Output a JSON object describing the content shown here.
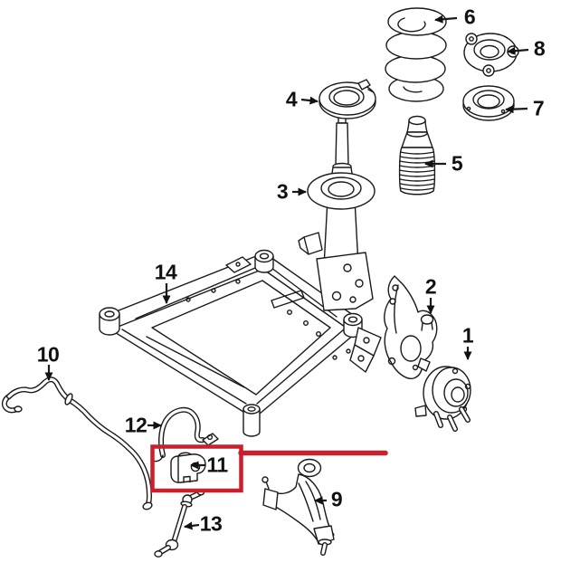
{
  "diagram": {
    "background": "#ffffff",
    "colors": {
      "line": "#1a1a1a",
      "label": "#111111",
      "highlight": "#c8202c"
    },
    "callouts": [
      {
        "label": "1"
      },
      {
        "label": "2"
      },
      {
        "label": "3"
      },
      {
        "label": "4"
      },
      {
        "label": "5"
      },
      {
        "label": "6"
      },
      {
        "label": "7"
      },
      {
        "label": "8"
      },
      {
        "label": "9"
      },
      {
        "label": "10"
      },
      {
        "label": "11"
      },
      {
        "label": "12"
      },
      {
        "label": "13"
      },
      {
        "label": "14"
      }
    ],
    "highlight": {
      "target_callout": "11"
    }
  }
}
